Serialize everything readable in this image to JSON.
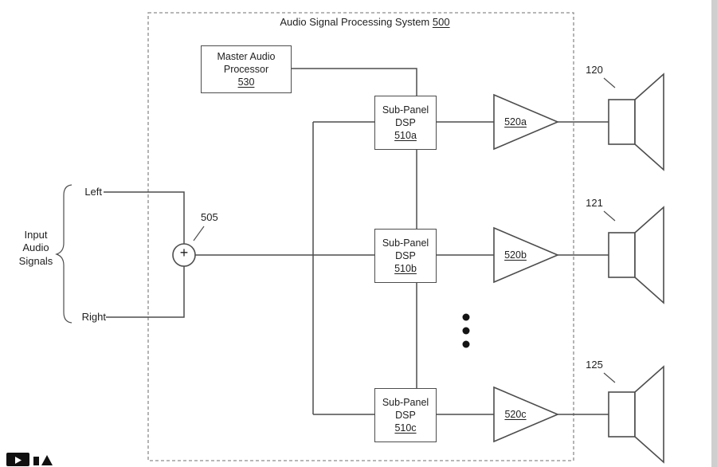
{
  "diagram": {
    "title_label": "Audio Signal Processing System",
    "title_ref": "500",
    "master": {
      "line1": "Master Audio",
      "line2": "Processor",
      "ref": "530"
    },
    "dsp": [
      {
        "line1": "Sub-Panel",
        "line2": "DSP",
        "ref": "510a"
      },
      {
        "line1": "Sub-Panel",
        "line2": "DSP",
        "ref": "510b"
      },
      {
        "line1": "Sub-Panel",
        "line2": "DSP",
        "ref": "510c"
      }
    ],
    "amps": [
      {
        "ref": "520a"
      },
      {
        "ref": "520b"
      },
      {
        "ref": "520c"
      }
    ],
    "speakers": [
      {
        "ref": "120"
      },
      {
        "ref": "121"
      },
      {
        "ref": "125"
      }
    ],
    "input": {
      "group_label": "Input Audio Signals",
      "left": "Left",
      "right": "Right",
      "sum_symbol": "+",
      "sum_ref": "505"
    },
    "ellipsis_dot_count": 3
  },
  "colors": {
    "line": "#4d4d4d",
    "dashed_boundary": "#8c8c8c",
    "text": "#1f1f1f",
    "page_edge": "#cfcfcf"
  },
  "footer": {
    "icon": "play-icon"
  }
}
